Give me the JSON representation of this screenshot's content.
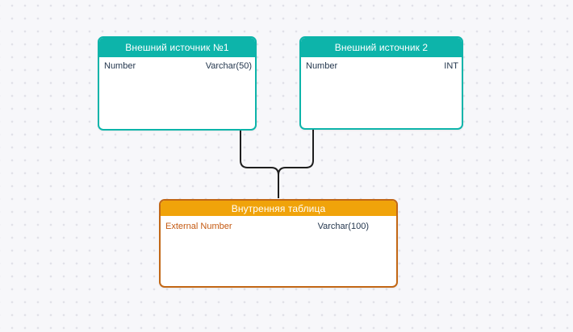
{
  "canvas": {
    "background_color": "#f7f7fa",
    "grid_dot_color": "#e1e1e8",
    "connector_color": "#1e1e1e"
  },
  "diagram": {
    "tables": [
      {
        "id": "external-source-1",
        "title": "Внешний источник №1",
        "header_color": "#0db4aa",
        "border_color": "#0db4aa",
        "columns": [
          {
            "name": "Number",
            "type": "Varchar(50)"
          }
        ]
      },
      {
        "id": "external-source-2",
        "title": "Внешний источник 2",
        "header_color": "#0db4aa",
        "border_color": "#0db4aa",
        "columns": [
          {
            "name": "Number",
            "type": "INT"
          }
        ]
      },
      {
        "id": "internal-table",
        "title": "Внутренняя таблица",
        "header_color": "#f0a30a",
        "border_color": "#c26715",
        "name_text_color": "#c45911",
        "columns": [
          {
            "name": "External Number",
            "type": "Varchar(100)"
          }
        ]
      }
    ],
    "connections": [
      {
        "from": "external-source-1",
        "to": "internal-table"
      },
      {
        "from": "external-source-2",
        "to": "internal-table"
      }
    ]
  }
}
